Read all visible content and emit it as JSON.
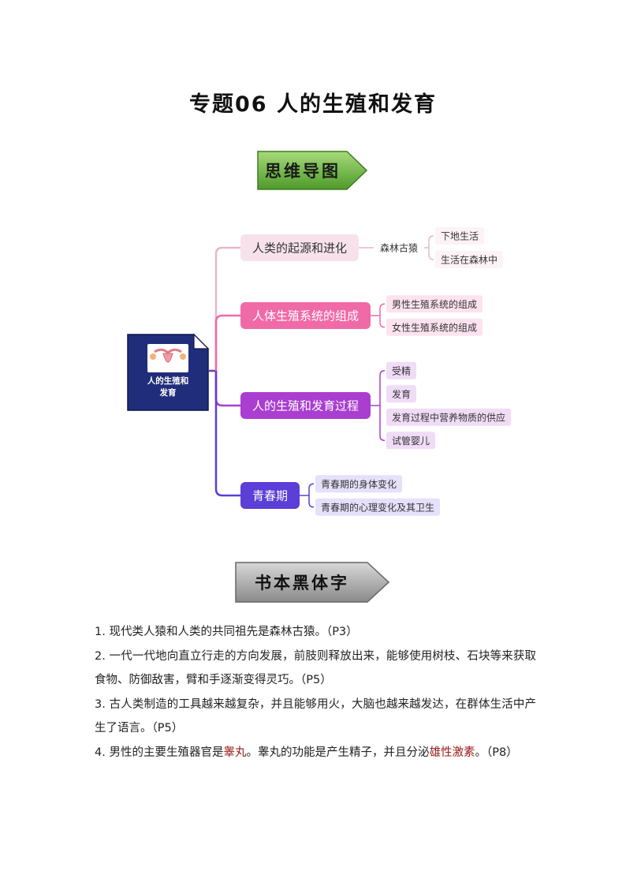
{
  "title": "专题06 人的生殖和发育",
  "banner_mindmap": "思维导图",
  "banner_textbook": "书本黑体字",
  "mindmap": {
    "root": "人的生殖和发育",
    "branches": [
      {
        "label": "人类的起源和进化",
        "color": "#f7e2ec",
        "text_color": "#333333",
        "children": [
          {
            "label": "森林古猿",
            "children": [
              {
                "label": "下地生活"
              },
              {
                "label": "生活在森林中"
              }
            ]
          }
        ]
      },
      {
        "label": "人体生殖系统的组成",
        "color": "#f06aa8",
        "text_color": "#ffffff",
        "children": [
          {
            "label": "男性生殖系统的组成"
          },
          {
            "label": "女性生殖系统的组成"
          }
        ]
      },
      {
        "label": "人的生殖和发育过程",
        "color": "#a93ed0",
        "text_color": "#ffffff",
        "children": [
          {
            "label": "受精"
          },
          {
            "label": "发育"
          },
          {
            "label": "发育过程中营养物质的供应"
          },
          {
            "label": "试管婴儿"
          }
        ]
      },
      {
        "label": "青春期",
        "color": "#5b3fd8",
        "text_color": "#ffffff",
        "children": [
          {
            "label": "青春期的身体变化"
          },
          {
            "label": "青春期的心理变化及其卫生"
          }
        ]
      }
    ]
  },
  "items": {
    "p1": {
      "text": "1. 现代类人猿和人类的共同祖先是森林古猿。（P3）"
    },
    "p2": {
      "text": "2. 一代一代地向直立行走的方向发展，前肢则释放出来，能够使用树枝、石块等来获取食物、防御敌害，臂和手逐渐变得灵巧。（P5）"
    },
    "p3": {
      "text": "3. 古人类制造的工具越来越复杂，并且能够用火，大脑也越来越发达，在群体生活中产生了语言。（P5）"
    },
    "p4": {
      "a": "4. 男性的主要生殖器官是",
      "b": "睾丸",
      "c": "。睾丸的功能是产生精子，并且分泌",
      "d": "雄性激素",
      "e": "。（P8）"
    }
  }
}
